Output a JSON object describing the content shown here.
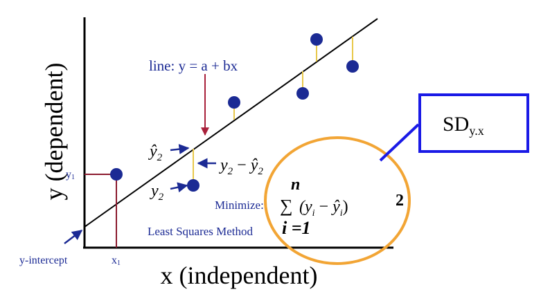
{
  "axes": {
    "y_label": "y (dependent)",
    "x_label": "x (independent)"
  },
  "labels": {
    "line_eq": "line:  y = a + bx",
    "y1": "y",
    "y1_sub": "1",
    "x1": "x",
    "x1_sub": "1",
    "y_intercept": "y-intercept",
    "minimize": "Minimize:",
    "least_squares": "Least Squares Method"
  },
  "math": {
    "yhat2": "ŷ",
    "yhat2_sub": "2",
    "y2": "y",
    "y2_sub": "2",
    "residual_y": "y",
    "residual_y_sub": "2",
    "residual_minus": "−",
    "residual_yhat": "ŷ",
    "residual_yhat_sub": "2",
    "sum_upper": "n",
    "sum_symbol": "∑",
    "sum_lower": "i =1",
    "sum_term_open": "(y",
    "sum_term_i1": "i",
    "sum_term_minus": " − ",
    "sum_term_yhat": "ŷ",
    "sum_term_i2": "i",
    "sum_term_close": ")",
    "sum_exponent": "2"
  },
  "callout": {
    "sd_main": "SD",
    "sd_sub": "y.x"
  },
  "colors": {
    "point": "#1b2a94",
    "residual": "#e8c84a",
    "arrow": "#1b2a94",
    "pointer_arrow": "#a8203a",
    "label_blue": "#1b2a94",
    "circle": "#f2a535",
    "callout_border": "#1a1ae6"
  }
}
